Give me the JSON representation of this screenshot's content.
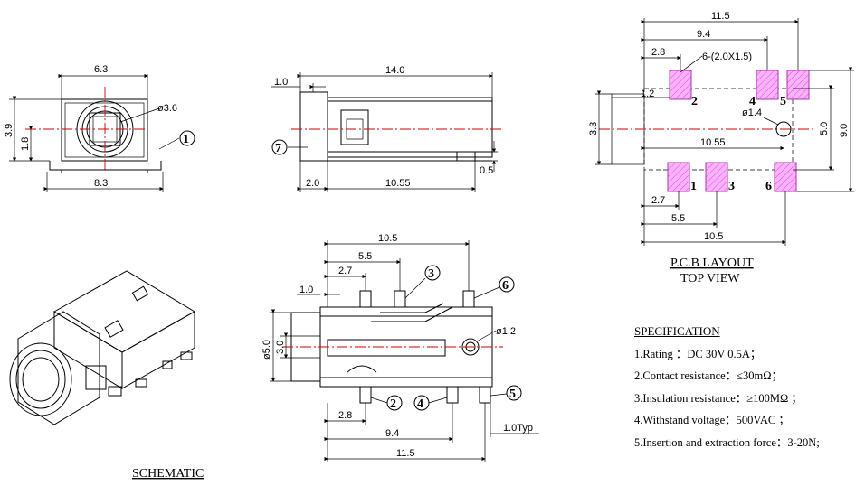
{
  "front_view": {
    "dim_width_top": "6.3",
    "dim_hole": "ø3.6",
    "dim_height": "3.9",
    "dim_center": "1.8",
    "dim_width_bottom": "8.3",
    "callout_pin1": "1"
  },
  "side_view": {
    "dim_length": "14.0",
    "dim_flange": "1.0",
    "dim_front": "2.0",
    "dim_body": "10.55",
    "dim_tab": "0.5",
    "callout_pin7": "7"
  },
  "bottom_view": {
    "dim_10_5": "10.5",
    "dim_5_5": "5.5",
    "dim_2_7": "2.7",
    "dim_1_0": "1.0",
    "dim_dia5": "ø5.0",
    "dim_3_0": "3.0",
    "dim_hole": "ø1.2",
    "dim_2_8": "2.8",
    "dim_9_4": "9.4",
    "dim_11_5": "11.5",
    "dim_pin_typ": "1.0Typ",
    "callouts": [
      "3",
      "6",
      "2",
      "4",
      "5"
    ]
  },
  "pcb_layout": {
    "dim_11_5": "11.5",
    "dim_9_4": "9.4",
    "dim_2_8": "2.8",
    "dim_pads": "6-(2.0X1.5)",
    "dim_1_2": "1.2",
    "dim_3_3": "3.3",
    "dim_hole": "ø1.4",
    "dim_10_55": "10.55",
    "dim_5_0": "5.0",
    "dim_9_0": "9.0",
    "dim_2_7": "2.7",
    "dim_5_5": "5.5",
    "dim_10_5": "10.5",
    "pad_labels": [
      "2",
      "4",
      "5",
      "1",
      "3",
      "6"
    ],
    "title": "P.C.B LAYOUT",
    "subtitle": "TOP VIEW",
    "pad_color": "#ffb0ff"
  },
  "schematic_label": "SCHEMATIC",
  "specification": {
    "heading": "SPECIFICATION",
    "items": [
      "1.Rating ：DC 30V 0.5A；",
      "2.Contact resistance：≤30mΩ；",
      "3.Insulation resistance：≥100MΩ ；",
      "4.Withstand voltage：500VAC ；",
      "5.Insertion and extraction force：3-20N;"
    ]
  },
  "colors": {
    "centerline": "#d00000",
    "pad_fill": "#ffb0ff"
  }
}
